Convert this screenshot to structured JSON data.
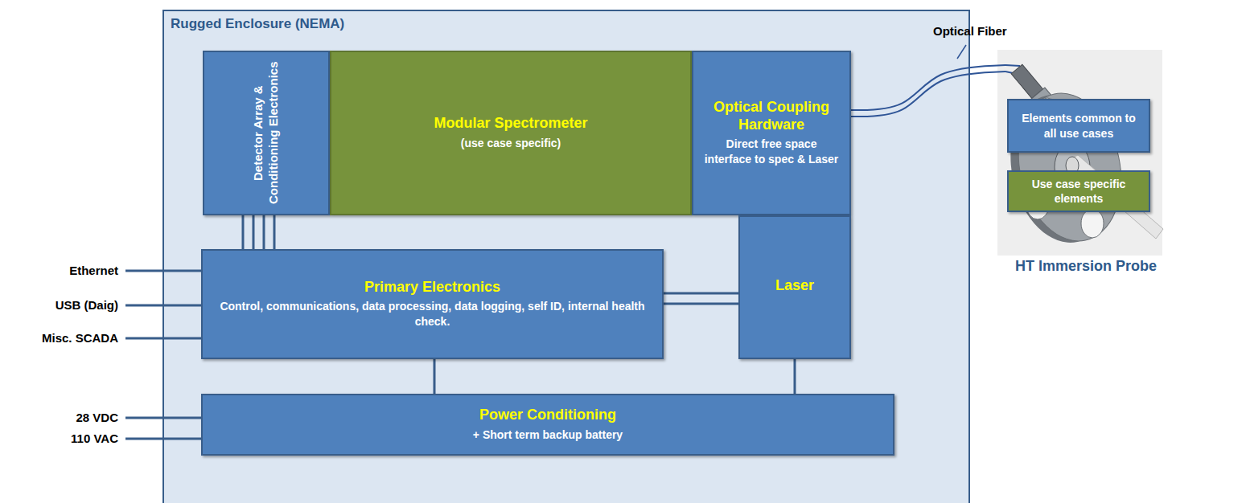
{
  "diagram": {
    "nodes": [
      {
        "text": [
          "Rugged Enclosure (NEMA)"
        ]
      },
      {
        "text": [
          "Detector Array & Conditioning Electronics"
        ],
        "in": 0
      },
      {
        "text": [
          "Modular Spectrometer",
          "(use case specific)"
        ],
        "in": 0
      },
      {
        "text": [
          "Optical Coupling Hardware",
          "Direct free space interface to spec & Laser"
        ],
        "in": 0
      },
      {
        "text": [
          "Primary Electronics",
          "Control, communications, data processing, data logging, self ID, internal health check."
        ],
        "in": 0
      },
      {
        "text": [
          "Laser"
        ],
        "in": 0
      },
      {
        "text": [
          "Power Conditioning",
          "+ Short term backup battery"
        ],
        "in": 0
      },
      {
        "text": [
          "HT Immersion Probe"
        ]
      }
    ],
    "edges": [
      {
        "from": 1,
        "to": 4,
        "arrow": "none"
      },
      {
        "from": 4,
        "to": 5,
        "arrow": "none"
      },
      {
        "from": 4,
        "to": 6,
        "arrow": "none"
      },
      {
        "from": 5,
        "to": 6,
        "arrow": "none"
      },
      {
        "from": 3,
        "to": 7,
        "arrow": "none"
      }
    ],
    "labels": [
      "Ethernet",
      "USB (Daig)",
      "Misc. SCADA",
      "28 VDC",
      "110 VAC",
      "Optical Fiber"
    ],
    "legend": [
      {
        "text": "Elements common to all use cases",
        "color": "#4f81bd"
      },
      {
        "text": "Use case specific elements",
        "color": "#77933c"
      }
    ]
  }
}
